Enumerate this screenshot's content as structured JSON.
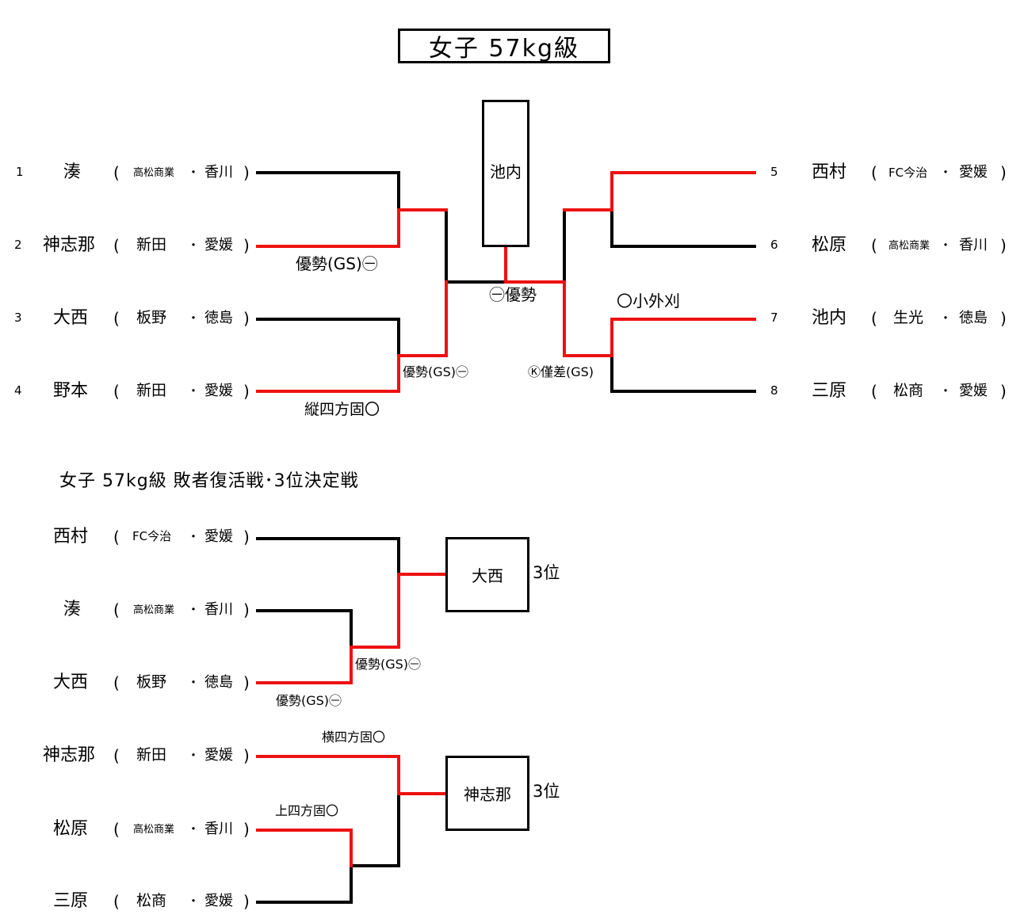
{
  "title": "女子 57kg級",
  "champion": "池内",
  "main": {
    "left": [
      {
        "num": "1",
        "name": "湊",
        "school": "高松商業",
        "small": true,
        "pref": "香川"
      },
      {
        "num": "2",
        "name": "神志那",
        "school": "新田",
        "small": false,
        "pref": "愛媛"
      },
      {
        "num": "3",
        "name": "大西",
        "school": "板野",
        "small": false,
        "pref": "徳島"
      },
      {
        "num": "4",
        "name": "野本",
        "school": "新田",
        "small": false,
        "pref": "愛媛"
      }
    ],
    "right": [
      {
        "num": "5",
        "name": "西村",
        "school": "FC今治",
        "small": true,
        "pref": "愛媛"
      },
      {
        "num": "6",
        "name": "松原",
        "school": "高松商業",
        "small": true,
        "pref": "香川"
      },
      {
        "num": "7",
        "name": "池内",
        "school": "生光",
        "small": false,
        "pref": "徳島"
      },
      {
        "num": "8",
        "name": "三原",
        "school": "松商",
        "small": false,
        "pref": "愛媛"
      }
    ],
    "results": {
      "r1": "優勢(GS)㊀",
      "r2": "縦四方固〇",
      "r3": "優勢(GS)㊀",
      "final": "㊀優勢",
      "r4": "〇小外刈",
      "r5": "Ⓚ僅差(GS)"
    }
  },
  "repechage": {
    "title": "女子 57kg級 敗者復活戦･3位決定戦",
    "players": [
      {
        "name": "西村",
        "school": "FC今治",
        "small": true,
        "pref": "愛媛"
      },
      {
        "name": "湊",
        "school": "高松商業",
        "small": true,
        "pref": "香川"
      },
      {
        "name": "大西",
        "school": "板野",
        "small": false,
        "pref": "徳島"
      },
      {
        "name": "神志那",
        "school": "新田",
        "small": false,
        "pref": "愛媛"
      },
      {
        "name": "松原",
        "school": "高松商業",
        "small": true,
        "pref": "香川"
      },
      {
        "name": "三原",
        "school": "松商",
        "small": false,
        "pref": "愛媛"
      }
    ],
    "results": {
      "a1": "優勢(GS)㊀",
      "a2": "優勢(GS)㊀",
      "b1": "横四方固〇",
      "b2": "上四方固〇"
    },
    "third1": {
      "name": "大西",
      "label": "3位"
    },
    "third2": {
      "name": "神志那",
      "label": "3位"
    }
  },
  "colors": {
    "win": "#ee1111",
    "line": "#000000"
  }
}
